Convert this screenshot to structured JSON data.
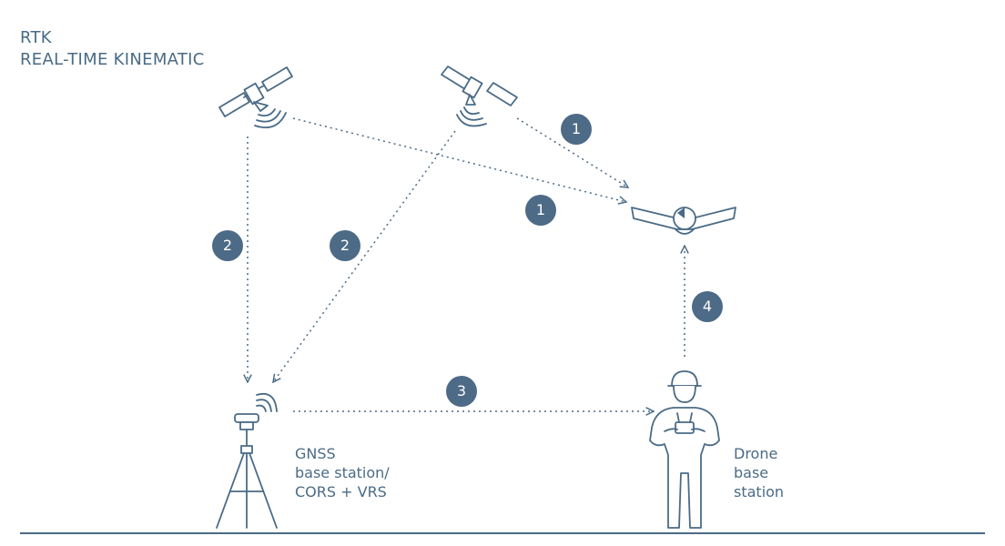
{
  "title": {
    "line1": "RTK",
    "line2": "REAL-TIME KINEMATIC"
  },
  "gnss_station": {
    "lines": [
      "GNSS",
      "base station/",
      "CORS + VRS"
    ]
  },
  "drone_station": {
    "lines": [
      "Drone",
      "base",
      "station"
    ]
  },
  "steps": {
    "sat2_to_drone": "1",
    "sat1_to_drone": "1",
    "sat1_to_base": "2",
    "sat2_to_base": "2",
    "base_to_operator": "3",
    "operator_to_drone": "4"
  },
  "colors": {
    "line": "#4a6b86",
    "badge": "#4d6a86"
  },
  "icons": [
    "satellite-icon",
    "drone-icon",
    "gnss-antenna-icon",
    "operator-icon"
  ]
}
